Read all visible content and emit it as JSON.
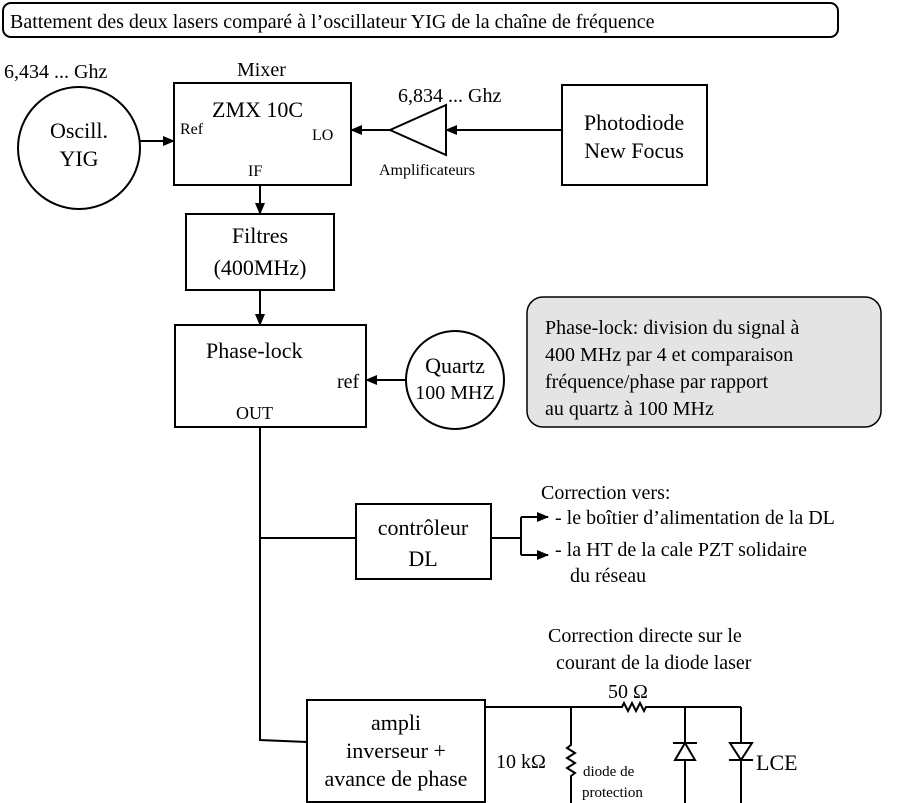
{
  "title": "Battement  des deux lasers comparé à l’oscillateur YIG de la chaîne de fréquence",
  "freq_left": "6,434 ... Ghz",
  "freq_right": "6,834 ... Ghz",
  "mixer": {
    "label": "Mixer",
    "model": "ZMX 10C",
    "port_ref": "Ref",
    "port_lo": "LO",
    "port_if": "IF"
  },
  "oscillator": {
    "line1": "Oscill.",
    "line2": "YIG"
  },
  "amplifier": {
    "label": "Amplificateurs"
  },
  "photodiode": {
    "line1": "Photodiode",
    "line2": "New Focus"
  },
  "filters": {
    "line1": "Filtres",
    "line2": "(400MHz)"
  },
  "phase_lock": {
    "label": "Phase-lock",
    "port_ref": "ref",
    "port_out": "OUT"
  },
  "quartz": {
    "line1": "Quartz",
    "line2": "100 MHZ"
  },
  "note": {
    "line1": "Phase-lock: division du signal à",
    "line2": "400 MHz par 4 et comparaison",
    "line3": "fréquence/phase par rapport",
    "line4": "au quartz à 100 MHz"
  },
  "controller": {
    "line1": "contrôleur",
    "line2": "DL"
  },
  "correction_vers": {
    "heading": "Correction vers:",
    "item1": "- le boîtier d’alimentation de la DL",
    "item2": "- la HT de la cale PZT solidaire",
    "item2_cont": "du réseau"
  },
  "correction_directe": {
    "line1": "Correction directe sur le",
    "line2": "courant de la diode laser"
  },
  "resistor_series": "50 Ω",
  "resistor_shunt": "10 kΩ",
  "ampli": {
    "line1": "ampli",
    "line2": "inverseur +",
    "line3": "avance de phase"
  },
  "protection_diode": {
    "line1": "diode de",
    "line2": "protection"
  },
  "lce": "LCE"
}
